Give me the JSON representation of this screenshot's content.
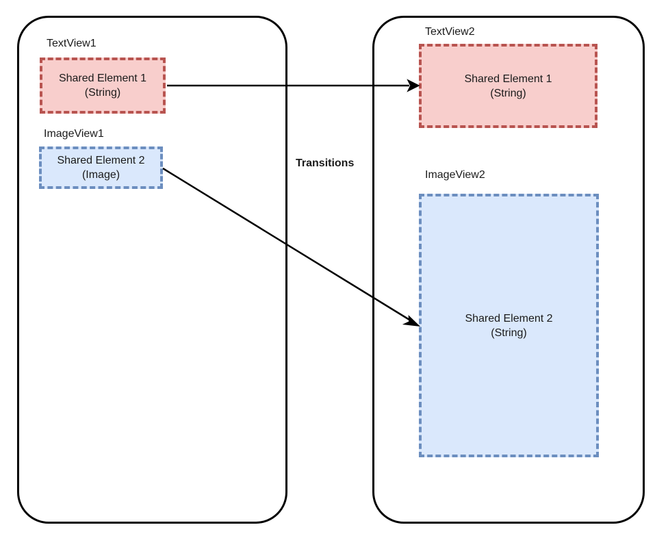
{
  "center_label": "Transitions",
  "left": {
    "text_view_label": "TextView1",
    "image_view_label": "ImageView1",
    "element1": {
      "line1": "Shared Element 1",
      "line2": "(String)"
    },
    "element2": {
      "line1": "Shared Element 2",
      "line2": "(Image)"
    }
  },
  "right": {
    "text_view_label": "TextView2",
    "image_view_label": "ImageView2",
    "element1": {
      "line1": "Shared Element 1",
      "line2": "(String)"
    },
    "element2": {
      "line1": "Shared Element 2",
      "line2": "(String)"
    }
  },
  "colors": {
    "text_fill": "#f8cecc",
    "text_stroke": "#b85450",
    "image_fill": "#dae8fc",
    "image_stroke": "#6c8ebf"
  }
}
